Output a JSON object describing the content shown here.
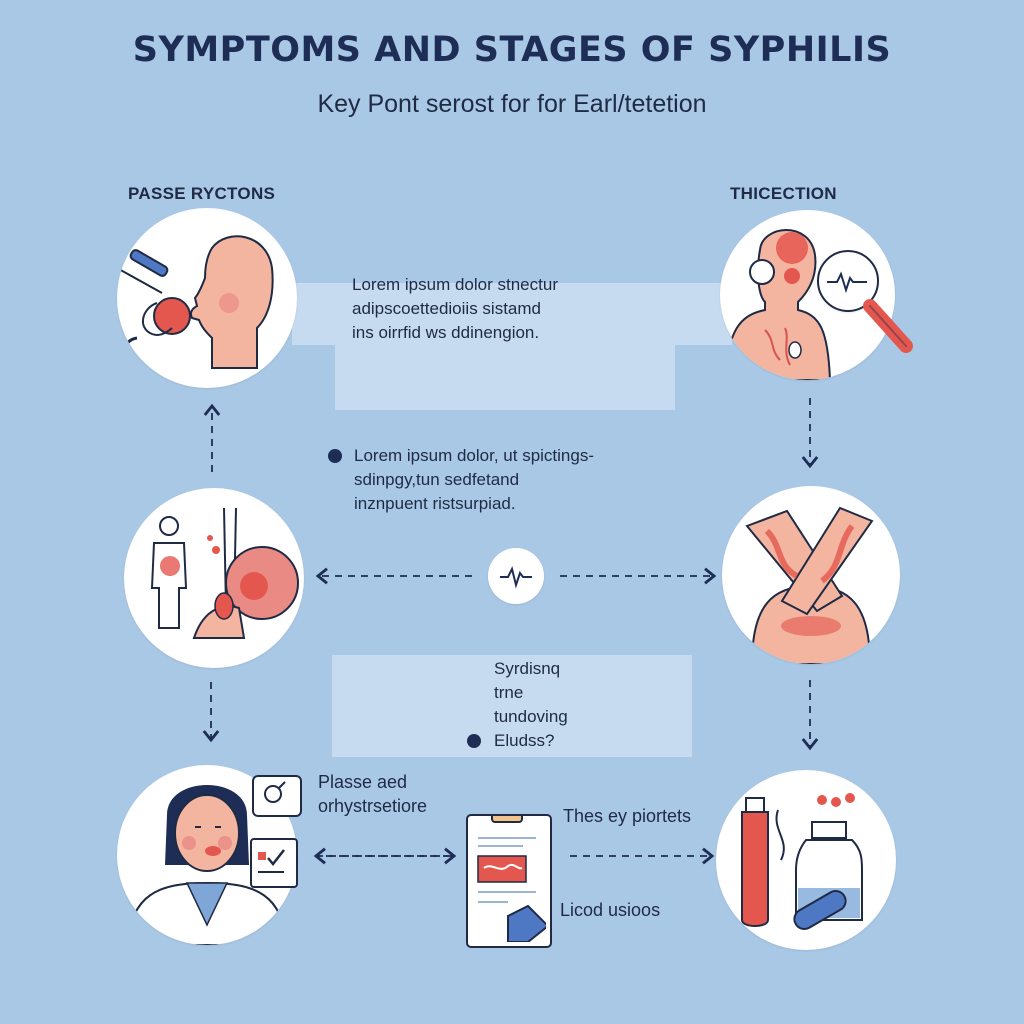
{
  "header": {
    "title": "SYMPTOMS AND STAGES OF SYPHILIS",
    "subtitle": "Key Pont serost for for Earl/tetetion"
  },
  "labels": {
    "top_left": "PASSE RYCTONS",
    "top_right": "THICECTION"
  },
  "center_top": {
    "lines": [
      "Lorem ipsum dolor stnectur",
      "adipscoettedioiis sistamd",
      "ins oirrfid ws ddinengion."
    ]
  },
  "center_middle": {
    "lines": [
      "Lorem ipsum dolor, ut spictings-",
      "sdinpgy,tun sedfetand",
      "inznpuent ristsurpiad."
    ]
  },
  "center_lower": {
    "lines": [
      "Syrdisnq",
      "trne",
      "tundoving",
      "Eludss?"
    ]
  },
  "bottom_notes": {
    "doctor_note": [
      "Plasse aed",
      "orhystrsetiore"
    ],
    "right_note": "Thes ey piortets",
    "lab_note": "Licod usioos"
  },
  "colors": {
    "background": "#a9c8e6",
    "panel": "#c6dbf0",
    "navy": "#1e2d55",
    "accent_red": "#e4574f",
    "skin": "#f3b5a0"
  },
  "icons": {
    "center": "heartbeat-icon",
    "magnifier": "magnifier-heartbeat-icon",
    "chat": "chat-bubble-icon",
    "checklist": "checklist-icon",
    "report": "lab-report-icon"
  }
}
